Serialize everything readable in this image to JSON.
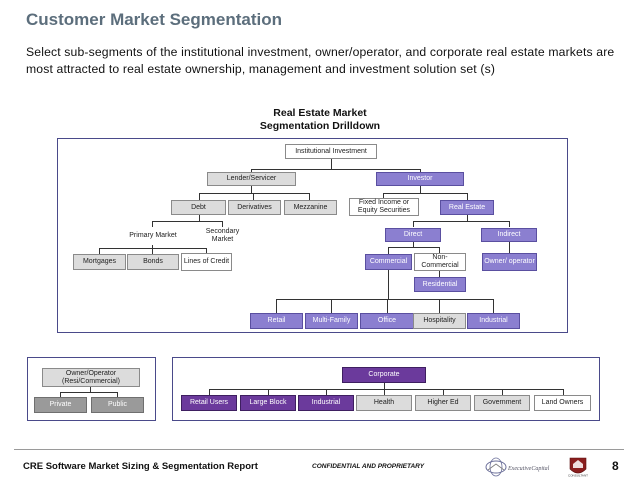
{
  "header": {
    "title": "Customer Market Segmentation",
    "subtitle": "Select sub-segments of the institutional investment, owner/operator, and corporate real estate markets are most attracted to real estate ownership, management and investment solution set (s)"
  },
  "diagram": {
    "title_line1": "Real Estate Market",
    "title_line2": "Segmentation Drilldown",
    "nodes": {
      "institutional_investment": "Institutional Investment",
      "lender_servicer": "Lender/Servicer",
      "investor": "Investor",
      "debt": "Debt",
      "derivatives": "Derivatives",
      "mezzanine": "Mezzanine",
      "fixed_income": "Fixed Income or Equity Securities",
      "real_estate": "Real Estate",
      "primary_market": "Primary Market",
      "secondary_market": "Secondary Market",
      "direct": "Direct",
      "indirect": "Indirect",
      "mortgages": "Mortgages",
      "bonds": "Bonds",
      "lines_of_credit": "Lines of Credit",
      "commercial": "Commercial",
      "non_commercial": "Non-Commercial",
      "owner_operator": "Owner/ operator",
      "residential": "Residential",
      "retail": "Retail",
      "multi_family": "Multi-Family",
      "office": "Office",
      "hospitality": "Hospitality",
      "industrial": "Industrial"
    },
    "owner_panel": {
      "header": "Owner/Operator (Resi/Commercial)",
      "private": "Private",
      "public": "Public"
    },
    "corporate_panel": {
      "header": "Corporate",
      "items": [
        "Retail Users",
        "Large Block",
        "Industrial",
        "Health",
        "Higher Ed",
        "Government",
        "Land Owners"
      ]
    }
  },
  "footer": {
    "left": "CRE Software Market Sizing & Segmentation Report",
    "middle": "CONFIDENTIAL AND PROPRIETARY",
    "page": "8",
    "logo1_text": "ExecutiveCapital",
    "logo2_text": "CONSULTANT"
  },
  "colors": {
    "title": "#5c6e7c",
    "purple": "#6b3a9c",
    "lavender": "#8b7fd0",
    "gray": "#9a9a9a",
    "light": "#e6e6e6",
    "frame": "#4a4a8a"
  }
}
